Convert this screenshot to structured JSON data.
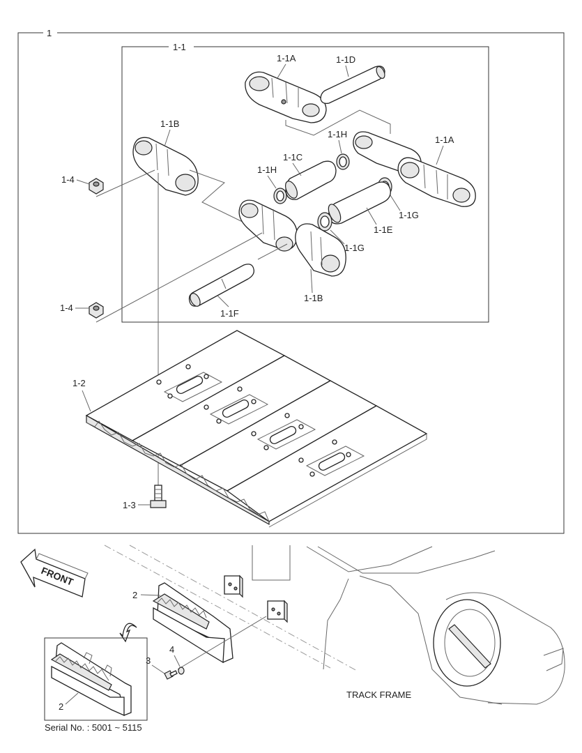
{
  "callouts": {
    "assembly": "1",
    "sub_assembly": "1-1",
    "link_a_top": "1-1A",
    "pin_d": "1-1D",
    "link_b_top": "1-1B",
    "seal_h_upper": "1-1H",
    "link_a_right": "1-1A",
    "bushing_c": "1-1C",
    "seal_h_left": "1-1H",
    "nut_upper": "1-4",
    "spacer_g_right": "1-1G",
    "bushing_e": "1-1E",
    "spacer_g_left": "1-1G",
    "link_b_bottom": "1-1B",
    "nut_lower": "1-4",
    "master_pin_f": "1-1F",
    "shoe": "1-2",
    "bolt": "1-3",
    "guard_upper": "2",
    "bolt_3": "3",
    "washer_4": "4",
    "guard_inset": "2"
  },
  "front_arrow": "FRONT",
  "track_frame": "TRACK FRAME",
  "serial_note": "Serial No. : 5001 ~ 5115"
}
